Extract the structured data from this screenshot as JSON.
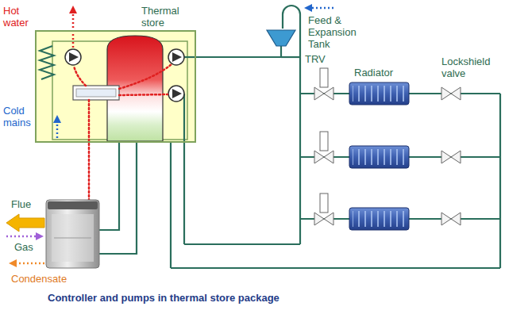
{
  "diagram": {
    "caption": "Controller and pumps in thermal store package",
    "nodes": [
      {
        "text": [
          "Thermal store"
        ]
      },
      {
        "text": [
          "Feed & Expansion Tank"
        ]
      }
    ],
    "edges": [
      {
        "from": 0,
        "to": 1,
        "arrow": "none"
      }
    ],
    "labels": [
      "Hot water",
      "Cold mains",
      "Flue",
      "Gas",
      "Condensate",
      "Radiator",
      "TRV",
      "Lockshield valve"
    ]
  }
}
